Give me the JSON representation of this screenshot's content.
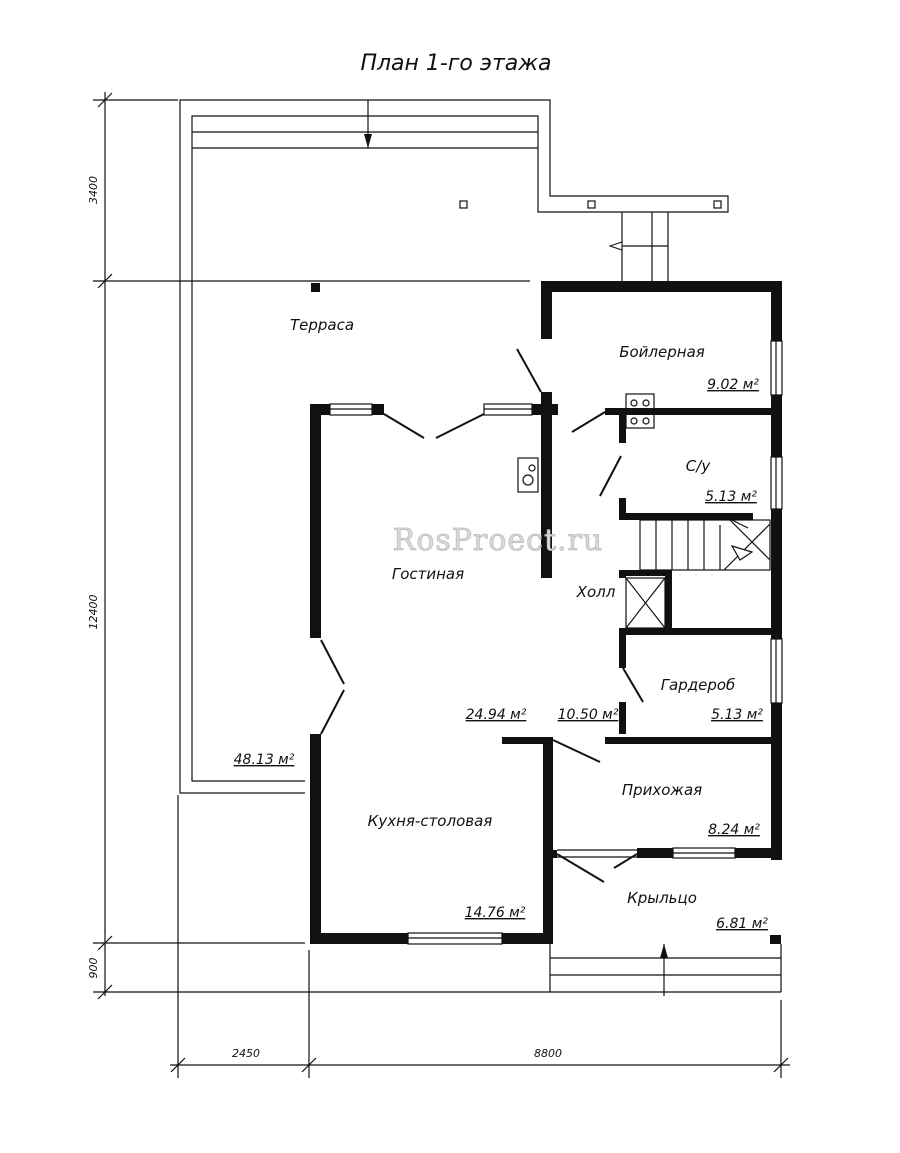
{
  "title": "План 1-го этажа",
  "watermark": "RosProect.ru",
  "rooms": {
    "terrace": {
      "name": "Терраса",
      "area": "48.13 м²"
    },
    "boiler": {
      "name": "Бойлерная",
      "area": "9.02 м²"
    },
    "wc": {
      "name": "С/у",
      "area": "5.13 м²"
    },
    "hall": {
      "name": "Холл",
      "area": "10.50 м²"
    },
    "living": {
      "name": "Гостиная",
      "area": "24.94 м²"
    },
    "wardrobe": {
      "name": "Гардероб",
      "area": "5.13 м²"
    },
    "entry": {
      "name": "Прихожая",
      "area": "8.24 м²"
    },
    "kitchen": {
      "name": "Кухня-столовая",
      "area": "14.76 м²"
    },
    "porch": {
      "name": "Крыльцо",
      "area": "6.81 м²"
    }
  },
  "dimensions": {
    "left_top": "3400",
    "left_middle": "12400",
    "left_bottom": "900",
    "bottom_left": "2450",
    "bottom_right": "8800"
  },
  "colors": {
    "ink": "#111111",
    "background": "#ffffff"
  }
}
